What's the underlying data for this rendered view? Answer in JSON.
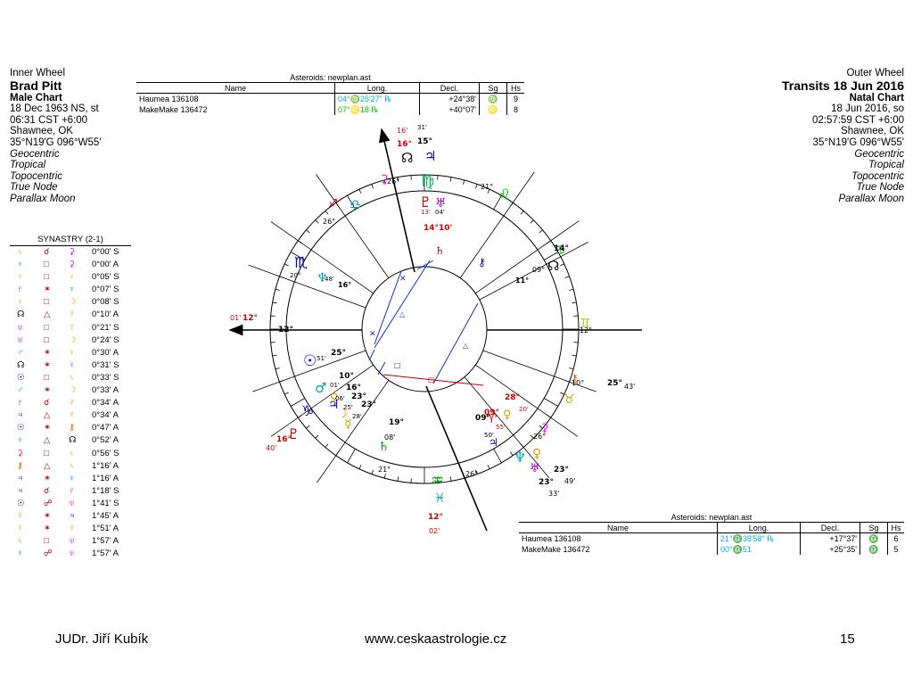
{
  "inner_wheel": {
    "label": "Inner Wheel",
    "name": "Brad Pitt",
    "chart_type": "Male Chart",
    "date": "18 Dec 1963 NS, st",
    "time": "06:31  CST +6:00",
    "place": "Shawnee, OK",
    "coords": "35°N19'G 096°W55'",
    "options": [
      "Geocentric",
      "Tropical",
      "Topocentric",
      "True Node",
      "Parallax Moon"
    ]
  },
  "outer_wheel": {
    "label": "Outer Wheel",
    "name": "Transits 18 Jun 2016",
    "chart_type": "Natal Chart",
    "date": "18 Jun 2016, so",
    "time": "02:57:59  CST +6:00",
    "place": "Shawnee, OK",
    "coords": "35°N19'G 096°W55'",
    "options": [
      "Geocentric",
      "Tropical",
      "Topocentric",
      "True Node",
      "Parallax Moon"
    ]
  },
  "asteroids_top": {
    "title": "Asteroids: newplan.ast",
    "headers": [
      "Name",
      "Long.",
      "Decl.",
      "Sg",
      "Hs"
    ],
    "rows": [
      {
        "name": "Haumea 136108",
        "long": "04°♍25'27\" ℞",
        "decl": "+24°38'",
        "sg": "♍",
        "hs": "9"
      },
      {
        "name": "MakeMake 136472",
        "long": "07°♌18 ℞",
        "decl": "+40°07'",
        "sg": "♌",
        "hs": "8"
      }
    ]
  },
  "asteroids_bottom": {
    "title": "Asteroids: newplan.ast",
    "headers": [
      "Name",
      "Long.",
      "Decl.",
      "Sg",
      "Hs"
    ],
    "rows": [
      {
        "name": "Haumea 136108",
        "long": "21°♎38'58\" ℞",
        "decl": "+17°37'",
        "sg": "♎",
        "hs": "6"
      },
      {
        "name": "MakeMake 136472",
        "long": "00°♎51",
        "decl": "+25°35'",
        "sg": "♎",
        "hs": "5"
      }
    ]
  },
  "synastry": {
    "title": "SYNASTRY (2-1)",
    "rows": [
      {
        "p1": "♄",
        "asp": "☌",
        "p2": "⚳",
        "orb": "0°00' S",
        "c1": "#d4a000",
        "c2": "#ff00ff"
      },
      {
        "p1": "♆",
        "asp": "□",
        "p2": "⚳",
        "orb": "0°00' A",
        "c1": "#009fc0",
        "c2": "#ff00ff"
      },
      {
        "p1": "♀",
        "asp": "□",
        "p2": "♀",
        "orb": "0°05' S",
        "c1": "#d4a000",
        "c2": "#d4a000"
      },
      {
        "p1": "♇",
        "asp": "✶",
        "p2": "♆",
        "orb": "0°07' S",
        "c1": "#d40000",
        "c2": "#009fc0"
      },
      {
        "p1": "♀",
        "asp": "□",
        "p2": "☽",
        "orb": "0°08' S",
        "c1": "#d4a000",
        "c2": "#d4a000"
      },
      {
        "p1": "☊",
        "asp": "△",
        "p2": "☿",
        "orb": "0°10' A",
        "c1": "#000000",
        "c2": "#d4a000"
      },
      {
        "p1": "♅",
        "asp": "□",
        "p2": "☿",
        "orb": "0°21' S",
        "c1": "#a000c0",
        "c2": "#d4a000"
      },
      {
        "p1": "♅",
        "asp": "□",
        "p2": "☽",
        "orb": "0°24' S",
        "c1": "#a000c0",
        "c2": "#d4a000"
      },
      {
        "p1": "♂",
        "asp": "✶",
        "p2": "♀",
        "orb": "0°30' A",
        "c1": "#009fc0",
        "c2": "#d4a000"
      },
      {
        "p1": "☊",
        "asp": "✶",
        "p2": "♆",
        "orb": "0°31' S",
        "c1": "#000000",
        "c2": "#009fc0"
      },
      {
        "p1": "☉",
        "asp": "□",
        "p2": "♄",
        "orb": "0°33' S",
        "c1": "#0000c0",
        "c2": "#d4a000"
      },
      {
        "p1": "♂",
        "asp": "✶",
        "p2": "☽",
        "orb": "0°33' A",
        "c1": "#009fc0",
        "c2": "#d4a000"
      },
      {
        "p1": "♇",
        "asp": "☌",
        "p2": "☿",
        "orb": "0°34' A",
        "c1": "#d40000",
        "c2": "#d4a000"
      },
      {
        "p1": "♃",
        "asp": "△",
        "p2": "☿",
        "orb": "0°34' A",
        "c1": "#0000c0",
        "c2": "#d4a000"
      },
      {
        "p1": "☉",
        "asp": "✶",
        "p2": "⚷",
        "orb": "0°47' A",
        "c1": "#0000c0",
        "c2": "#d46000"
      },
      {
        "p1": "♆",
        "asp": "△",
        "p2": "☊",
        "orb": "0°52' A",
        "c1": "#009fc0",
        "c2": "#000000"
      },
      {
        "p1": "⚳",
        "asp": "□",
        "p2": "♄",
        "orb": "0°56' S",
        "c1": "#ff00ff",
        "c2": "#d4a000"
      },
      {
        "p1": "⚷",
        "asp": "△",
        "p2": "♄",
        "orb": "1°16' A",
        "c1": "#d46000",
        "c2": "#d4a000"
      },
      {
        "p1": "♃",
        "asp": "✶",
        "p2": "♆",
        "orb": "1°16' A",
        "c1": "#0000c0",
        "c2": "#009fc0"
      },
      {
        "p1": "♃",
        "asp": "☌",
        "p2": "♇",
        "orb": "1°18' S",
        "c1": "#0000c0",
        "c2": "#d40000"
      },
      {
        "p1": "☉",
        "asp": "☍",
        "p2": "♅",
        "orb": "1°41' S",
        "c1": "#0000c0",
        "c2": "#a000c0"
      },
      {
        "p1": "☿",
        "asp": "✶",
        "p2": "♃",
        "orb": "1°45' A",
        "c1": "#d4a000",
        "c2": "#0000c0"
      },
      {
        "p1": "☿",
        "asp": "✶",
        "p2": "☿",
        "orb": "1°51' A",
        "c1": "#d4a000",
        "c2": "#d4a000"
      },
      {
        "p1": "♄",
        "asp": "□",
        "p2": "♅",
        "orb": "1°57' A",
        "c1": "#d4a000",
        "c2": "#a000c0"
      },
      {
        "p1": "♆",
        "asp": "☍",
        "p2": "♅",
        "orb": "1°57' A",
        "c1": "#009fc0",
        "c2": "#a000c0"
      }
    ]
  },
  "chart_labels": [
    {
      "text": "16'",
      "color": "#d40000"
    },
    {
      "text": "31'",
      "color": "#000000"
    },
    {
      "text": "16°",
      "color": "#d40000"
    },
    {
      "text": "15°",
      "color": "#000000"
    },
    {
      "text": "26°",
      "color": "#000000"
    },
    {
      "text": "21°",
      "color": "#000000"
    },
    {
      "text": "13'",
      "color": "#d40000"
    },
    {
      "text": "04'",
      "color": "#000000"
    },
    {
      "text": "14°10'",
      "color": "#d40000"
    },
    {
      "text": "26°",
      "color": "#000000"
    },
    {
      "text": "14°",
      "color": "#000000"
    },
    {
      "text": "09°",
      "color": "#000000"
    },
    {
      "text": "11°",
      "color": "#000000"
    },
    {
      "text": "20°",
      "color": "#000000"
    },
    {
      "text": "48'",
      "color": "#000000"
    },
    {
      "text": "16°",
      "color": "#000000"
    },
    {
      "text": "01'",
      "color": "#d40000"
    },
    {
      "text": "12°",
      "color": "#d40000"
    },
    {
      "text": "12°",
      "color": "#000000"
    },
    {
      "text": "12°",
      "color": "#000000"
    },
    {
      "text": "51'",
      "color": "#000000"
    },
    {
      "text": "25°",
      "color": "#000000"
    },
    {
      "text": "10°",
      "color": "#000000"
    },
    {
      "text": "16°",
      "color": "#000000"
    },
    {
      "text": "23°",
      "color": "#000000"
    },
    {
      "text": "23°",
      "color": "#000000"
    },
    {
      "text": "01'",
      "color": "#000000"
    },
    {
      "text": "06'",
      "color": "#000000"
    },
    {
      "text": "25'",
      "color": "#000000"
    },
    {
      "text": "28'",
      "color": "#000000"
    },
    {
      "text": "10°",
      "color": "#000000"
    },
    {
      "text": "25°",
      "color": "#000000"
    },
    {
      "text": "43'",
      "color": "#000000"
    },
    {
      "text": "28°",
      "color": "#d40000"
    },
    {
      "text": "09°",
      "color": "#d40000"
    },
    {
      "text": "09°",
      "color": "#000000"
    },
    {
      "text": "20'",
      "color": "#d40000"
    },
    {
      "text": "55'",
      "color": "#d40000"
    },
    {
      "text": "50'",
      "color": "#000000"
    },
    {
      "text": "26°",
      "color": "#000000"
    },
    {
      "text": "19°",
      "color": "#000000"
    },
    {
      "text": "08'",
      "color": "#000000"
    },
    {
      "text": "16°",
      "color": "#d40000"
    },
    {
      "text": "40'",
      "color": "#d40000"
    },
    {
      "text": "21°",
      "color": "#000000"
    },
    {
      "text": "26°",
      "color": "#000000"
    },
    {
      "text": "23°",
      "color": "#000000"
    },
    {
      "text": "23°",
      "color": "#000000"
    },
    {
      "text": "49'",
      "color": "#000000"
    },
    {
      "text": "33'",
      "color": "#000000"
    },
    {
      "text": "12°",
      "color": "#d40000"
    },
    {
      "text": "02'",
      "color": "#d40000"
    }
  ],
  "chart_glyphs": [
    {
      "glyph": "☊",
      "color": "#000000"
    },
    {
      "glyph": "♃",
      "color": "#0000c0"
    },
    {
      "glyph": "♍",
      "color": "#00c060"
    },
    {
      "glyph": "♇",
      "color": "#d40000"
    },
    {
      "glyph": "♅",
      "color": "#a000c0"
    },
    {
      "glyph": "♌",
      "color": "#00c000"
    },
    {
      "glyph": "♎",
      "color": "#00a0c0"
    },
    {
      "glyph": "♐",
      "color": "#d40000"
    },
    {
      "glyph": "♏",
      "color": "#0000c0"
    },
    {
      "glyph": "♆",
      "color": "#009fc0"
    },
    {
      "glyph": "♄",
      "color": "#d40000"
    },
    {
      "glyph": "⚷",
      "color": "#0000c0"
    },
    {
      "glyph": "☊",
      "color": "#000000"
    },
    {
      "glyph": "♋",
      "color": "#00c000"
    },
    {
      "glyph": "♊",
      "color": "#c0c000"
    },
    {
      "glyph": "♉",
      "color": "#c0a000"
    },
    {
      "glyph": "⚷",
      "color": "#d46000"
    },
    {
      "glyph": "☉",
      "color": "#0000c0"
    },
    {
      "glyph": "♂",
      "color": "#009fc0"
    },
    {
      "glyph": "♑",
      "color": "#0000c0"
    },
    {
      "glyph": "♃",
      "color": "#0000c0"
    },
    {
      "glyph": "♀",
      "color": "#d4a000"
    },
    {
      "glyph": "☽",
      "color": "#d4a000"
    },
    {
      "glyph": "☿",
      "color": "#d4a000"
    },
    {
      "glyph": "♇",
      "color": "#d40000"
    },
    {
      "glyph": "♄",
      "color": "#00a000"
    },
    {
      "glyph": "♒",
      "color": "#00a000"
    },
    {
      "glyph": "♓",
      "color": "#009fc0"
    },
    {
      "glyph": "♆",
      "color": "#009fc0"
    },
    {
      "glyph": "♈",
      "color": "#d40000"
    },
    {
      "glyph": "♃",
      "color": "#0000c0"
    },
    {
      "glyph": "♀",
      "color": "#d4a000"
    },
    {
      "glyph": "♅",
      "color": "#a000c0"
    },
    {
      "glyph": "♀",
      "color": "#d4a000"
    },
    {
      "glyph": "⚳",
      "color": "#ff00ff"
    },
    {
      "glyph": "⚳",
      "color": "#ff00ff"
    }
  ],
  "footer": {
    "author": "JUDr. Jiří Kubík",
    "website": "www.ceskaastrologie.cz",
    "page": "15"
  }
}
